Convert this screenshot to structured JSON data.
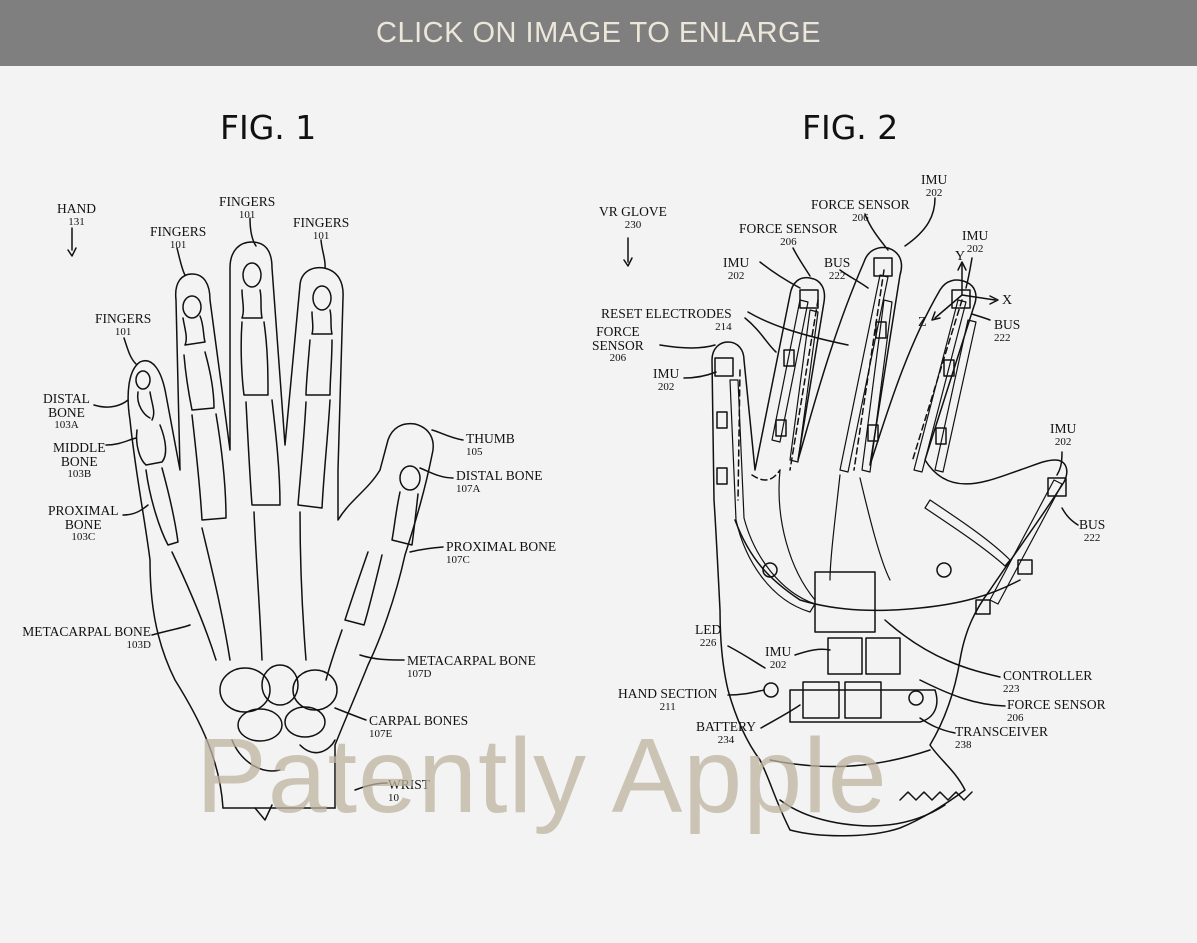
{
  "banner": {
    "text": "CLICK ON IMAGE TO ENLARGE"
  },
  "fig1": {
    "title": "FIG. 1",
    "labels": {
      "hand": {
        "t": "HAND",
        "n": "131"
      },
      "fingers_a": {
        "t": "FINGERS",
        "n": "101"
      },
      "fingers_b": {
        "t": "FINGERS",
        "n": "101"
      },
      "fingers_c": {
        "t": "FINGERS",
        "n": "101"
      },
      "fingers_d": {
        "t": "FINGERS",
        "n": "101"
      },
      "distal_bone": {
        "t1": "DISTAL",
        "t2": "BONE",
        "n": "103A"
      },
      "middle_bone": {
        "t1": "MIDDLE",
        "t2": "BONE",
        "n": "103B"
      },
      "proximal_bone": {
        "t1": "PROXIMAL",
        "t2": "BONE",
        "n": "103C"
      },
      "metacarpal_left": {
        "t": "METACARPAL BONE",
        "n": "103D"
      },
      "thumb": {
        "t": "THUMB",
        "n": "105"
      },
      "distal_bone_thumb": {
        "t": "DISTAL BONE",
        "n": "107A"
      },
      "proximal_bone_thumb": {
        "t": "PROXIMAL BONE",
        "n": "107C"
      },
      "metacarpal_right": {
        "t": "METACARPAL BONE",
        "n": "107D"
      },
      "carpal_bones": {
        "t": "CARPAL BONES",
        "n": "107E"
      },
      "wrist": {
        "t": "WRIST",
        "n": "10"
      }
    }
  },
  "fig2": {
    "title": "FIG. 2",
    "labels": {
      "vr_glove": {
        "t": "VR GLOVE",
        "n": "230"
      },
      "imu_top": {
        "t": "IMU",
        "n": "202"
      },
      "force_sensor_top": {
        "t": "FORCE SENSOR",
        "n": "206"
      },
      "force_sensor_mid": {
        "t": "FORCE SENSOR",
        "n": "206"
      },
      "imu_ring": {
        "t": "IMU",
        "n": "202"
      },
      "imu_index": {
        "t": "IMU",
        "n": "202"
      },
      "bus_mid": {
        "t": "BUS",
        "n": "222"
      },
      "axis_y": "Y",
      "axis_x": "X",
      "axis_z": "Z",
      "reset_electrodes": {
        "t": "RESET ELECTRODES",
        "n": "214"
      },
      "force_sensor_pinky": {
        "t1": "FORCE",
        "t2": "SENSOR",
        "n": "206"
      },
      "imu_pinky": {
        "t": "IMU",
        "n": "202"
      },
      "bus_index": {
        "t": "BUS",
        "n": "222"
      },
      "imu_thumb": {
        "t": "IMU",
        "n": "202"
      },
      "bus_thumb": {
        "t": "BUS",
        "n": "222"
      },
      "led": {
        "t": "LED",
        "n": "226"
      },
      "imu_palm": {
        "t": "IMU",
        "n": "202"
      },
      "hand_section": {
        "t": "HAND SECTION",
        "n": "211"
      },
      "battery": {
        "t": "BATTERY",
        "n": "234"
      },
      "controller": {
        "t": "CONTROLLER",
        "n": "223"
      },
      "force_sensor_palm": {
        "t": "FORCE SENSOR",
        "n": "206"
      },
      "transceiver": {
        "t": "TRANSCEIVER",
        "n": "238"
      }
    }
  },
  "watermark": {
    "text": "Patently Apple"
  }
}
